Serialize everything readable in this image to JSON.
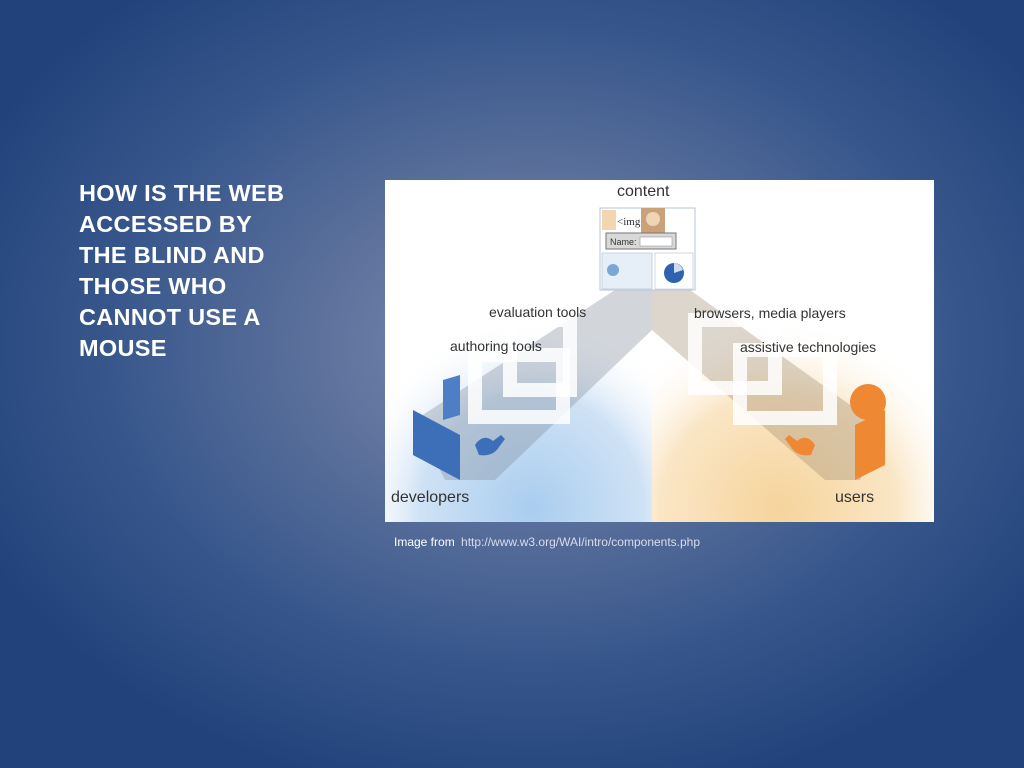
{
  "slide": {
    "title": "HOW IS THE WEB\nACCESSED BY\nTHE BLIND AND\nTHOSE WHO\nCANNOT USE A\nMOUSE"
  },
  "figure": {
    "labels": {
      "content": "content",
      "evaluation_tools": "evaluation tools",
      "authoring_tools": "authoring tools",
      "browsers_media_players": "browsers, media players",
      "assistive_technologies": "assistive technologies",
      "developers": "developers",
      "users": "users"
    },
    "content_doc": {
      "img_tag": "<img",
      "name_field": "Name:"
    },
    "colors": {
      "left_glow": "#bcd6f0",
      "right_glow": "#f8ddb0",
      "developer_blue": "#3d6fb8",
      "user_orange": "#ee8833"
    }
  },
  "caption": {
    "prefix": "Image from",
    "link_text": "http://www.w3.org/WAI/intro/components.php"
  }
}
